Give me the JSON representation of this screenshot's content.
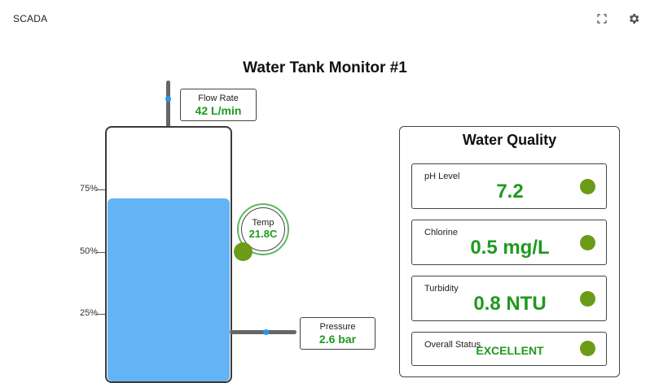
{
  "header": {
    "title": "SCADA",
    "icons": [
      "fullscreen-icon",
      "gear-icon"
    ]
  },
  "panel": {
    "title": "Water Tank Monitor #1"
  },
  "tank": {
    "level_fraction": 0.72,
    "scale_labels": [
      "75%",
      "50%",
      "25%"
    ],
    "fill_color": "#63b3f5"
  },
  "flow_rate": {
    "label": "Flow Rate",
    "value": "42 L/min"
  },
  "temperature": {
    "label": "Temp",
    "value": "21.8C"
  },
  "pressure": {
    "label": "Pressure",
    "value": "2.6 bar"
  },
  "water_quality": {
    "title": "Water Quality",
    "items": [
      {
        "label": "pH Level",
        "value": "7.2"
      },
      {
        "label": "Chlorine",
        "value": "0.5 mg/L"
      },
      {
        "label": "Turbidity",
        "value": "0.8 NTU"
      },
      {
        "label": "Overall Status",
        "value": "EXCELLENT"
      }
    ]
  },
  "colors": {
    "value_green": "#1e9a1e",
    "status_dot": "#6c9b18",
    "flow_dot": "#2196f3"
  }
}
